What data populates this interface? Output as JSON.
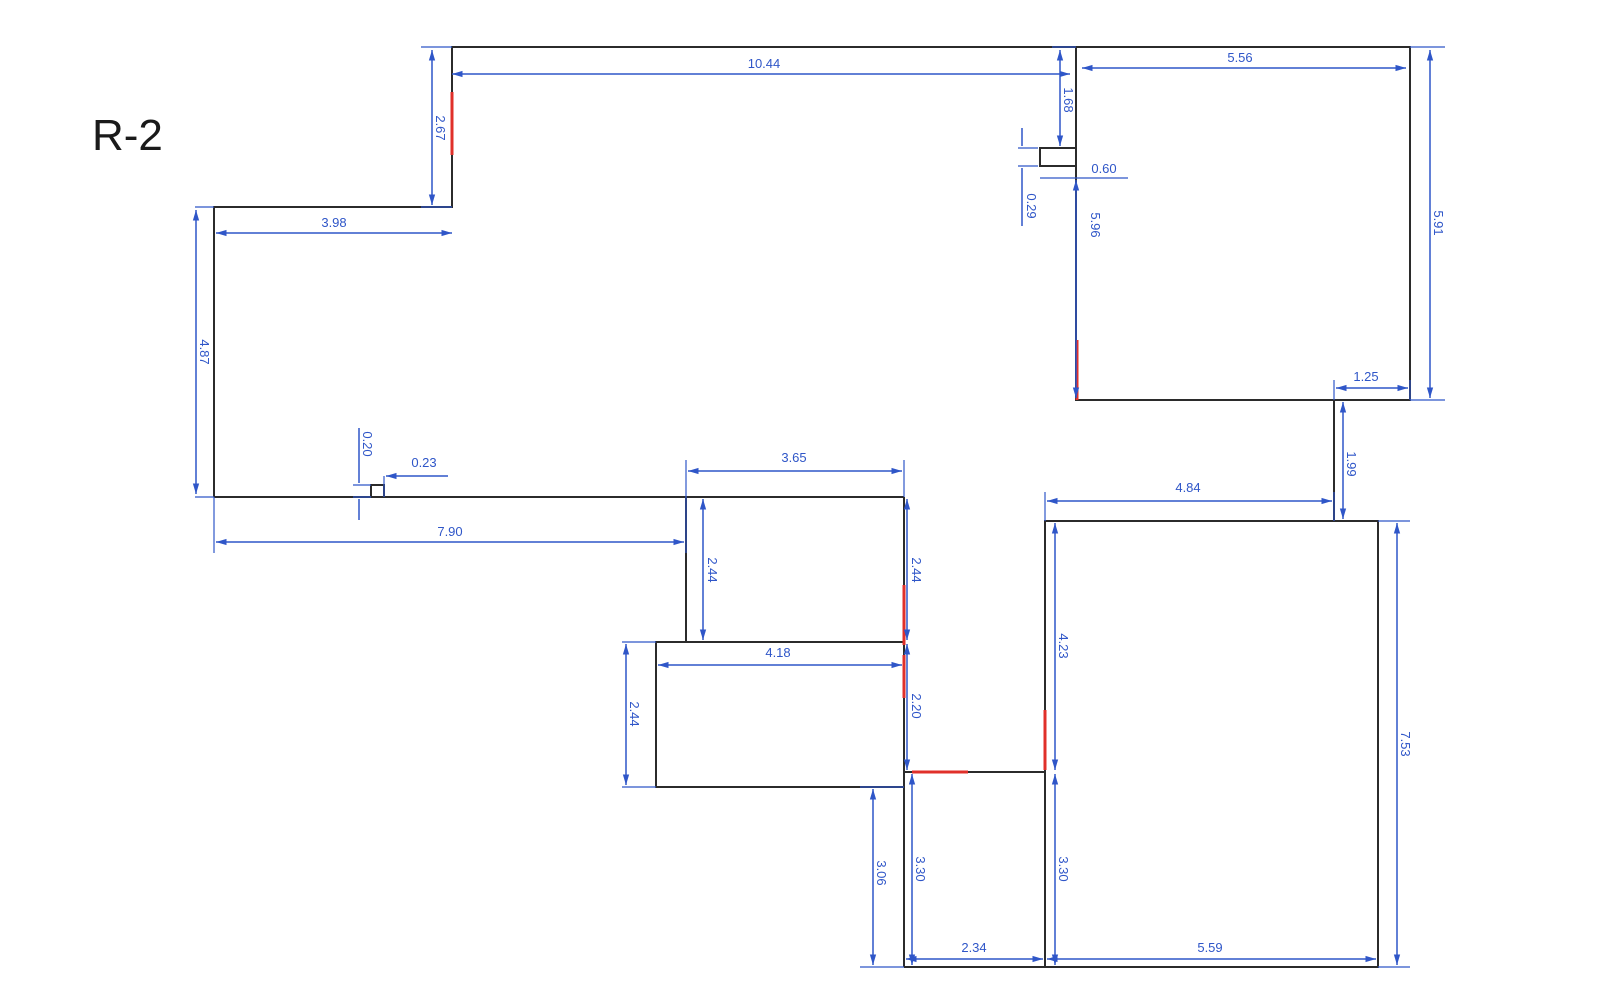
{
  "title": "R-2",
  "dimensions": [
    {
      "key": "top-span",
      "value": "10.44"
    },
    {
      "key": "top-right-width",
      "value": "5.56"
    },
    {
      "key": "stair-wall",
      "value": "1.68"
    },
    {
      "key": "notch-width",
      "value": "0.60"
    },
    {
      "key": "notch-depth",
      "value": "0.29"
    },
    {
      "key": "right-room-inner-height",
      "value": "5.96"
    },
    {
      "key": "right-room-outer-height",
      "value": "5.91"
    },
    {
      "key": "left-step-height",
      "value": "2.67"
    },
    {
      "key": "left-step-width",
      "value": "3.98"
    },
    {
      "key": "left-wall-height",
      "value": "4.87"
    },
    {
      "key": "corridor-offset",
      "value": "1.25"
    },
    {
      "key": "corridor-length",
      "value": "1.99"
    },
    {
      "key": "small-notch-height",
      "value": "0.20"
    },
    {
      "key": "small-notch-width",
      "value": "0.23"
    },
    {
      "key": "lower-span",
      "value": "7.90"
    },
    {
      "key": "room-a-width",
      "value": "3.65"
    },
    {
      "key": "room-a-left-height",
      "value": "2.44"
    },
    {
      "key": "room-a-right-height",
      "value": "2.44"
    },
    {
      "key": "room-b-width",
      "value": "4.18"
    },
    {
      "key": "room-b-height",
      "value": "2.44"
    },
    {
      "key": "room-b-right-height",
      "value": "2.20"
    },
    {
      "key": "bottom-right-top-width",
      "value": "4.84"
    },
    {
      "key": "bottom-right-left-height",
      "value": "4.23"
    },
    {
      "key": "bottom-right-height",
      "value": "7.53"
    },
    {
      "key": "hall-left-lower",
      "value": "3.06"
    },
    {
      "key": "hall-left-height",
      "value": "3.30"
    },
    {
      "key": "hall-right-height",
      "value": "3.30"
    },
    {
      "key": "hall-width",
      "value": "2.34"
    },
    {
      "key": "bottom-right-width",
      "value": "5.59"
    }
  ]
}
